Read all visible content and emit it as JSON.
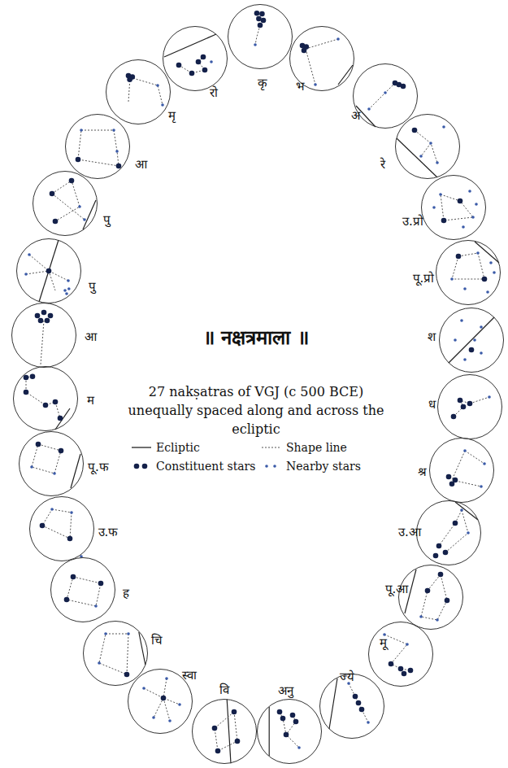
{
  "diagram": {
    "title": "॥ नक्षत्रमाला ॥",
    "caption": "27 nakṣatras of VGJ (c 500 BCE) unequally spaced along and across the ecliptic",
    "nodes": [
      {
        "text": [
          "कृ"
        ]
      },
      {
        "text": [
          "रो"
        ]
      },
      {
        "text": [
          "मृ"
        ]
      },
      {
        "text": [
          "आ"
        ]
      },
      {
        "text": [
          "पु"
        ]
      },
      {
        "text": [
          "पु"
        ]
      },
      {
        "text": [
          "आ"
        ]
      },
      {
        "text": [
          "म"
        ]
      },
      {
        "text": [
          "पू.फ"
        ]
      },
      {
        "text": [
          "उ.फ"
        ]
      },
      {
        "text": [
          "ह"
        ]
      },
      {
        "text": [
          "चि"
        ]
      },
      {
        "text": [
          "स्वा"
        ]
      },
      {
        "text": [
          "वि"
        ]
      },
      {
        "text": [
          "अनु"
        ]
      },
      {
        "text": [
          "ज्ये"
        ]
      },
      {
        "text": [
          "मू"
        ]
      },
      {
        "text": [
          "पू.आ"
        ]
      },
      {
        "text": [
          "उ.आ"
        ]
      },
      {
        "text": [
          "श्र"
        ]
      },
      {
        "text": [
          "ध"
        ]
      },
      {
        "text": [
          "श"
        ]
      },
      {
        "text": [
          "पू.प्रो"
        ]
      },
      {
        "text": [
          "उ.प्रो"
        ]
      },
      {
        "text": [
          "रे"
        ]
      },
      {
        "text": [
          "अ"
        ]
      },
      {
        "text": [
          "भ"
        ]
      }
    ],
    "legend": [
      {
        "text": "Ecliptic"
      },
      {
        "text": "Shape line"
      },
      {
        "text": "Constituent stars"
      },
      {
        "text": "Nearby stars"
      }
    ]
  }
}
